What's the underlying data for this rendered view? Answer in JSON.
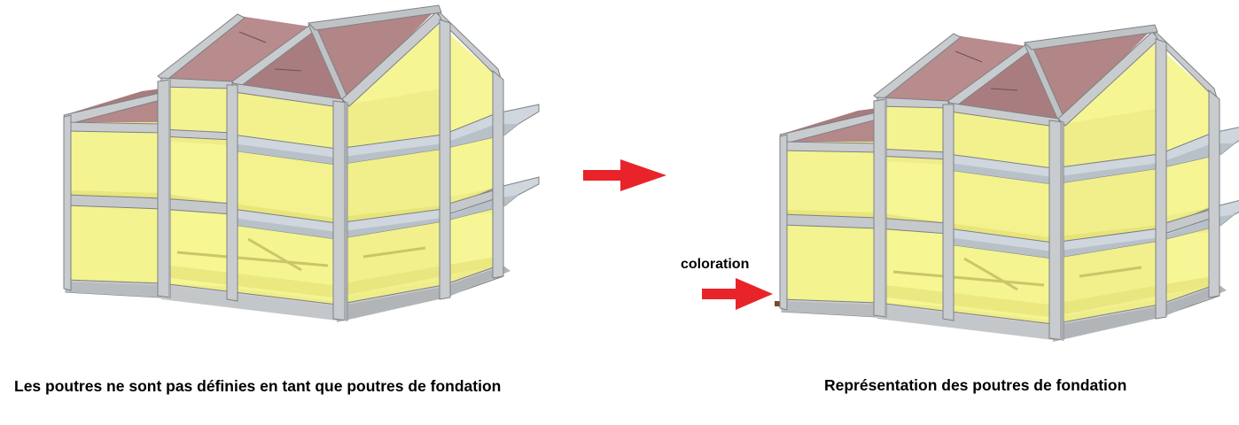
{
  "captions": {
    "left": "Les poutres ne sont pas définies en tant que poutres de fondation",
    "right": "Représentation des poutres de fondation"
  },
  "annotation": {
    "coloration": "coloration"
  },
  "colors": {
    "glass": "#f5f590",
    "glass_dark": "#e6e478",
    "frame": "#c9cccf",
    "frame_dark": "#a9acb0",
    "frame_edge": "#7d8184",
    "roof": "#b5888a",
    "roof_dark": "#9a7173",
    "slab": "#cfd6dd",
    "foundation": "#8f8aa8",
    "foundation_edge": "#7a4a2a",
    "arrow": "#e8242a"
  },
  "icons": {
    "arrow_main": "right-arrow-icon",
    "arrow_coloration": "right-arrow-icon"
  }
}
